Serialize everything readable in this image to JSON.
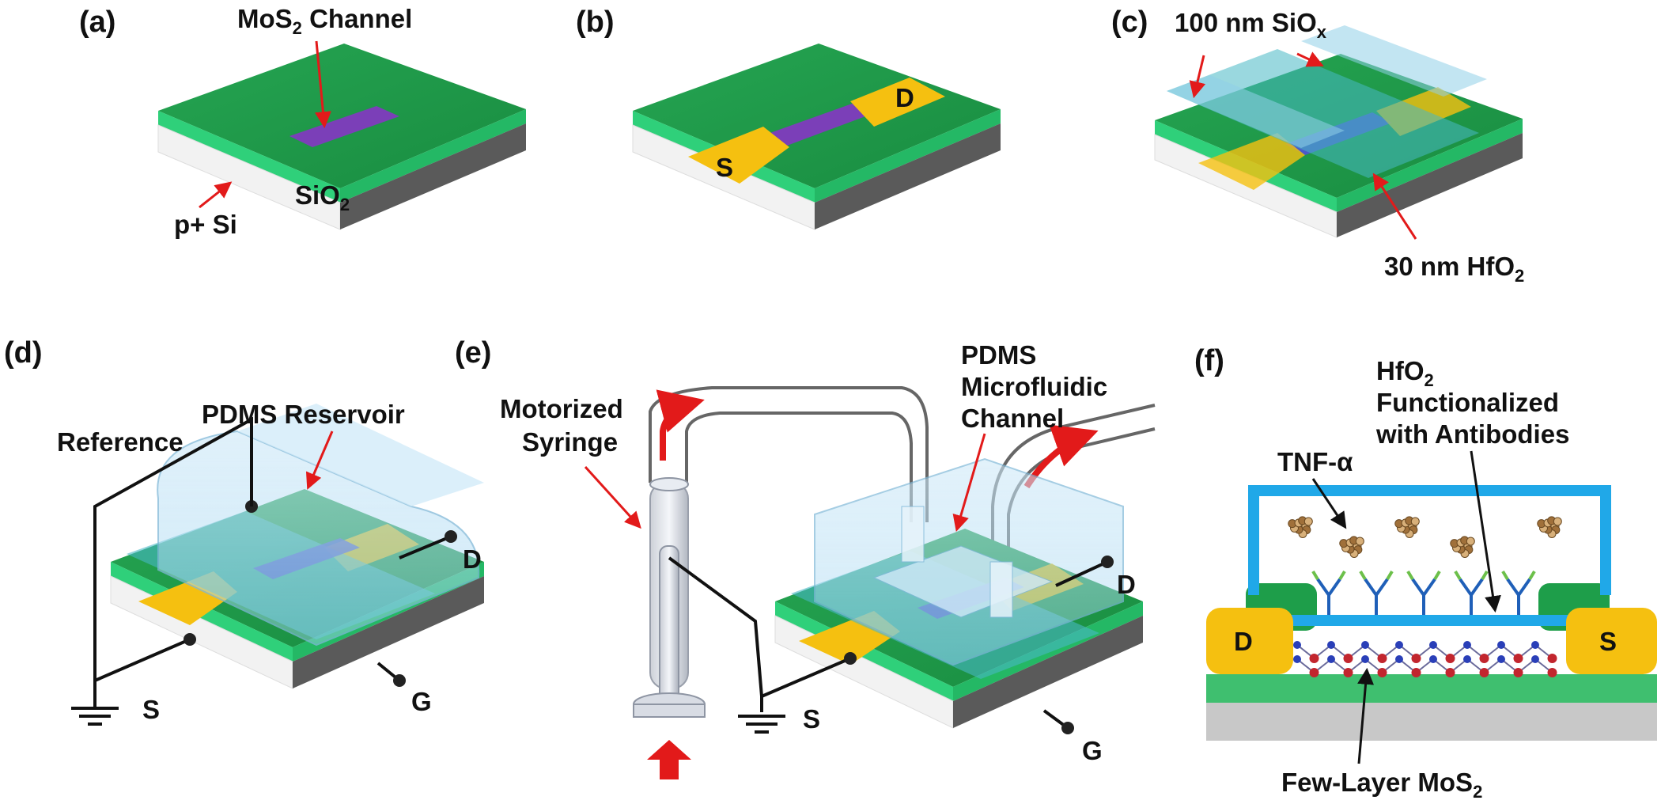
{
  "panels": {
    "a": {
      "tag": "(a)",
      "channel_label": "MoS",
      "channel_label_sub": "2",
      "channel_label_rest": " Channel",
      "oxide_label": "SiO",
      "oxide_label_sub": "2",
      "substrate_label": "p+ Si"
    },
    "b": {
      "tag": "(b)",
      "source": "S",
      "drain": "D"
    },
    "c": {
      "tag": "(c)",
      "top_label": "100 nm SiO",
      "top_label_sub": "x",
      "bottom_label": "30 nm HfO",
      "bottom_label_sub": "2"
    },
    "d": {
      "tag": "(d)",
      "reservoir_label": "PDMS Reservoir",
      "reference_label": "Reference",
      "drain": "D",
      "source": "S",
      "gate": "G"
    },
    "e": {
      "tag": "(e)",
      "syringe_label_1": "Motorized",
      "syringe_label_2": "Syringe",
      "channel_label_1": "PDMS",
      "channel_label_2": "Microfluidic",
      "channel_label_3": "Channel",
      "drain": "D",
      "source": "S",
      "gate": "G"
    },
    "f": {
      "tag": "(f)",
      "hfo_label_1": "HfO",
      "hfo_label_1_sub": "2",
      "hfo_label_2": "Functionalized",
      "hfo_label_3": "with Antibodies",
      "tnf_label": "TNF-α",
      "drain": "D",
      "source": "S",
      "mos2_label": "Few-Layer MoS",
      "mos2_label_sub": "2"
    }
  },
  "colors": {
    "oxide_green": "#1e9e4a",
    "edge_green": "#2fd07a",
    "mos2_purple": "#7b3fb8",
    "contact_gold": "#f5c010",
    "arrow_red": "#e21a1a",
    "pdms_blue": "#9fd4f0",
    "chamber_blue": "#20a8e8",
    "substrate_grey": "#5a5a5a"
  }
}
